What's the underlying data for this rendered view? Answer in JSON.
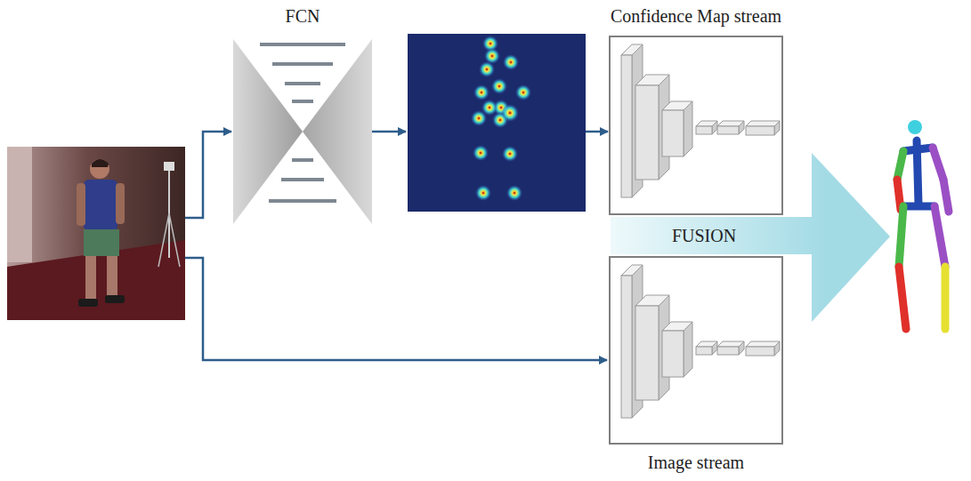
{
  "diagram": {
    "nodes": [
      {
        "text": [
          "FCN"
        ]
      },
      {
        "text": [
          "Confidence Map stream"
        ]
      },
      {
        "text": [
          "FUSION"
        ]
      },
      {
        "text": [
          "Image stream"
        ]
      }
    ]
  }
}
